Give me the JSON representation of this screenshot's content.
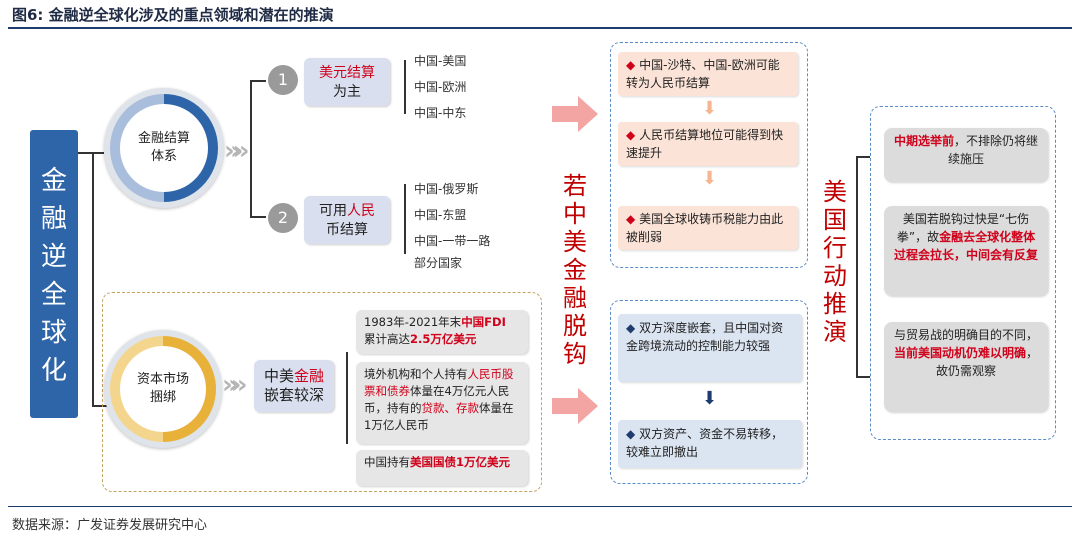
{
  "figure_title": "图6:  金融逆全球化涉及的重点领域和潜在的推演",
  "source": "数据来源：广发证券发展研究中心",
  "main_label": "金融逆全球化",
  "colors": {
    "blue": "#2e64a8",
    "red": "#d0021b",
    "gold": "#e8b13a",
    "peach": "#fbe3d7",
    "lavender": "#d9dfee"
  },
  "settlement": {
    "circle_label": "金融结算体系",
    "items": [
      {
        "num": "1",
        "label_pre": "",
        "label_red": "美元结算",
        "label_post": "为主",
        "sub": [
          "中国-美国",
          "中国-欧洲",
          "中国-中东"
        ]
      },
      {
        "num": "2",
        "label_pre": "可用",
        "label_red": "人民",
        "label_post": "币结算",
        "sub": [
          "中国-俄罗斯",
          "中国-东盟",
          "中国-一带一路",
          "部分国家"
        ]
      }
    ]
  },
  "capital": {
    "circle_label": "资本市场捆绑",
    "pill_pre": "中美",
    "pill_red": "金融",
    "pill_post": "嵌套较深",
    "box1_a": "1983年-2021年末",
    "box1_b": "中国FDI",
    "box1_c": "累计高达",
    "box1_d": "2.5万亿美元",
    "box2_a": "境外机构和个人持有",
    "box2_b": "人民币股票和债券",
    "box2_c": "体量在4万亿元人民币，持有的",
    "box2_d": "贷款、存款",
    "box2_e": "体量在1万亿人民币",
    "box3_a": "中国持有",
    "box3_b": "美国国债1万亿美元"
  },
  "middle_title": "若中美金融脱钩",
  "middle_upper": [
    "中国-沙特、中国-欧洲可能转为人民币结算",
    "人民币结算地位可能得到快速提升",
    "美国全球收铸币税能力由此被削弱"
  ],
  "middle_lower": [
    "双方深度嵌套，且中国对资金跨境流动的控制能力较强",
    "双方资产、资金不易转移，较难立即撤出"
  ],
  "right_title": "美国行动推演",
  "right_boxes": {
    "b1_red": "中期选举前",
    "b1_rest": "，不排除仍将继续施压",
    "b2_pre": "美国若脱钩过快是“七伤拳”，故",
    "b2_red": "金融去全球化整体过程会拉长，中间会有反复",
    "b3_pre": "与贸易战的明确目的不同，",
    "b3_red": "当前美国动机仍难以明确",
    "b3_post": "，故仍需观察"
  }
}
